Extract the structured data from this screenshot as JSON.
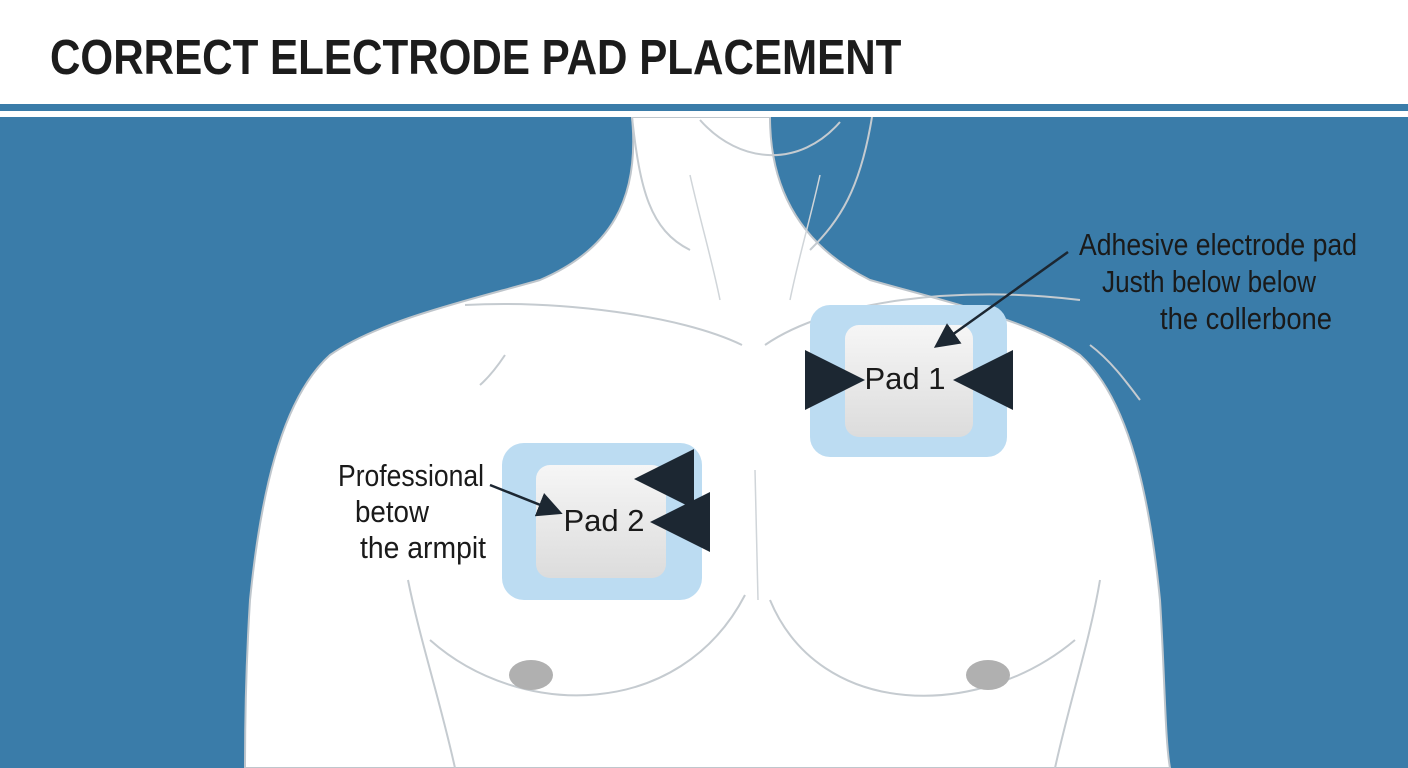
{
  "title": "CORRECT ELECTRODE PAD PLACEMENT",
  "pad1": {
    "label": "Pad 1",
    "callout": [
      "Adhesive electrode pad",
      "Justh below below",
      "the collerbone"
    ]
  },
  "pad2": {
    "label": "Pad 2",
    "callout": [
      "Professional",
      "betow",
      "the armpit"
    ]
  },
  "colors": {
    "background": "#3a7ca9",
    "body_fill": "#ffffff",
    "pad_border": "#bcdcf2",
    "pad_center": "#ececec",
    "nipple": "#b0b0b0",
    "arrow": "#1c2732"
  }
}
